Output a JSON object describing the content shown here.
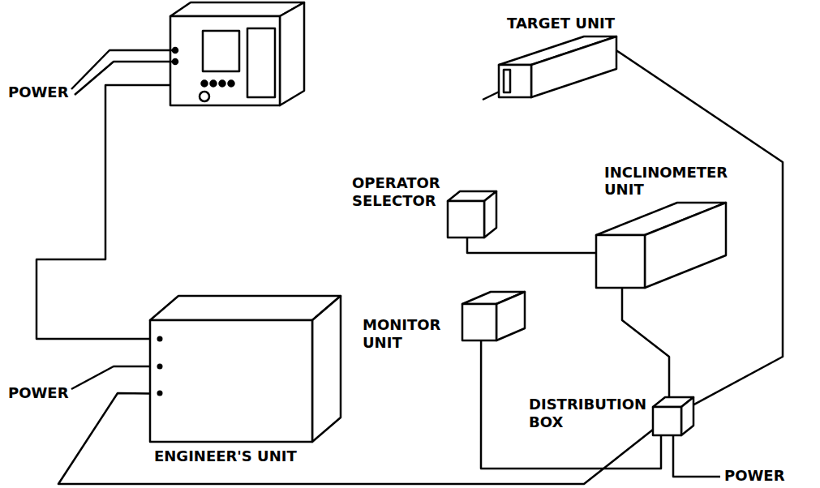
{
  "diagram": {
    "nodes": [
      {
        "text": [
          "TARGET UNIT"
        ]
      },
      {
        "text": [
          "OPERATOR SELECTOR"
        ]
      },
      {
        "text": [
          "INCLINOMETER UNIT"
        ]
      },
      {
        "text": [
          "MONITOR UNIT"
        ]
      },
      {
        "text": [
          "ENGINEER'S UNIT"
        ]
      },
      {
        "text": [
          "DISTRIBUTION BOX"
        ]
      }
    ],
    "edges": [
      {
        "from": 0,
        "to": 5,
        "arrow": "none"
      },
      {
        "from": 1,
        "to": 2,
        "arrow": "none"
      },
      {
        "from": 2,
        "to": 5,
        "arrow": "none"
      },
      {
        "from": 3,
        "to": 5,
        "arrow": "none"
      },
      {
        "from": 4,
        "to": 5,
        "arrow": "none"
      }
    ],
    "labels": [
      "POWER",
      "POWER",
      "POWER"
    ]
  }
}
